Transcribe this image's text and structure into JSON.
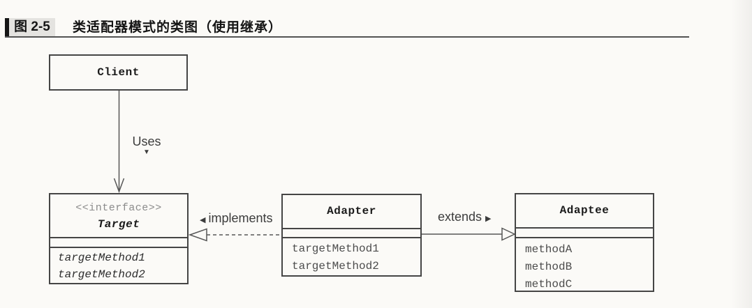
{
  "figure": {
    "label": "图 2-5",
    "title": "类适配器模式的类图（使用继承）"
  },
  "diagram": {
    "client": {
      "name": "Client"
    },
    "target": {
      "stereotype": "<<interface>>",
      "name": "Target",
      "methods": [
        "targetMethod1",
        "targetMethod2"
      ]
    },
    "adapter": {
      "name": "Adapter",
      "methods": [
        "targetMethod1",
        "targetMethod2"
      ]
    },
    "adaptee": {
      "name": "Adaptee",
      "methods": [
        "methodA",
        "methodB",
        "methodC"
      ]
    },
    "relations": {
      "uses": {
        "label": "Uses",
        "arrow": "▼"
      },
      "implements": {
        "arrow": "◀",
        "label": "implements"
      },
      "extends": {
        "label": "extends",
        "arrow": "▶"
      }
    }
  },
  "colors": {
    "page_background": "#fbfaf7",
    "box_border": "#454545",
    "connector_line": "#565656",
    "class_name_text": "#1b1b1b",
    "method_text": "#4c4c4c",
    "stereotype_text": "#8b8b8b",
    "relation_label_text": "#3c3c3c",
    "figure_chip_background": "#e4e3e0",
    "accent_bar": "#161616"
  }
}
